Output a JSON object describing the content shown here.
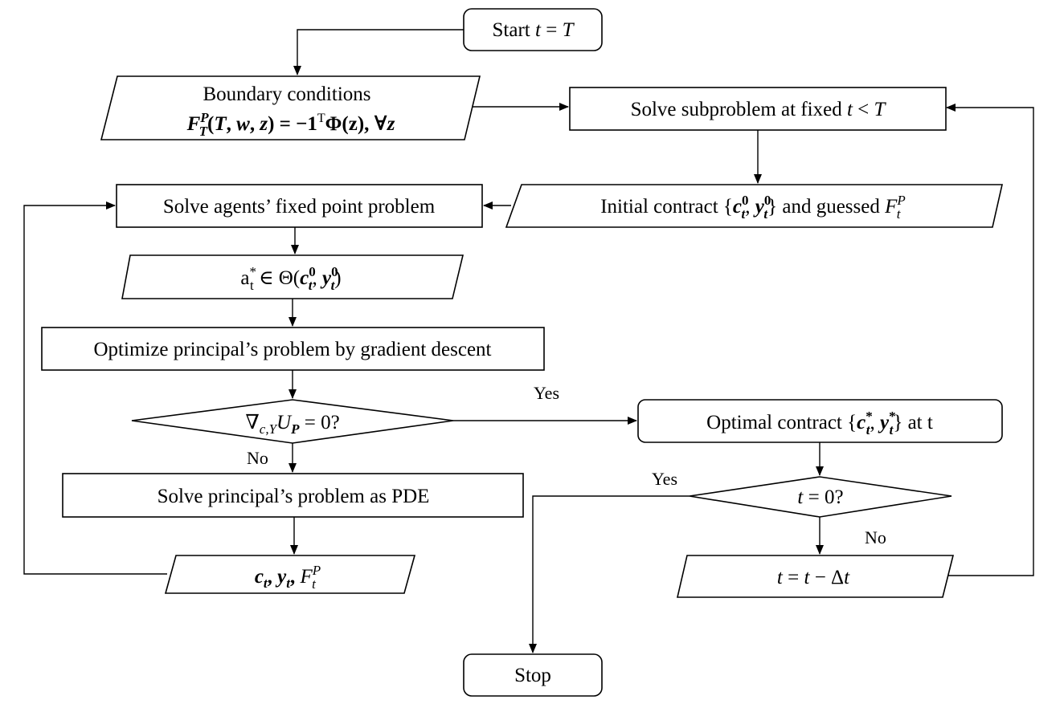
{
  "nodes": {
    "start": {
      "label": "Start",
      "math": "t = T"
    },
    "boundary": {
      "line1": "Boundary conditions",
      "math": "F_T^P(T, w, z) = −1ᵀΦ(z), ∀z"
    },
    "subproblem": {
      "label": "Solve subproblem at fixed",
      "math": "t < T"
    },
    "initial_contract": {
      "label": "Initial contract",
      "mid": "and guessed",
      "math1": "{c_t^0, y_t^0}",
      "math2": "F_t^P"
    },
    "agents_fixed_point": {
      "label": "Solve agents’ fixed point problem"
    },
    "agent_actions": {
      "math": "a_t^* ∈ Θ(c_t^0, y_t^0)"
    },
    "optimize_gd": {
      "label": "Optimize principal’s problem by gradient descent"
    },
    "gradient_check": {
      "math": "∇_{c,Y} U_P = 0?"
    },
    "optimal_contract": {
      "label": "Optimal contract",
      "math": "{c_t^*, y_t^*}",
      "suffix": "at t"
    },
    "solve_pde": {
      "label": "Solve principal’s problem as PDE"
    },
    "t_zero_check": {
      "math": "t = 0?"
    },
    "pde_output": {
      "math": "c_t, y_t, F_t^P"
    },
    "time_step": {
      "math": "t = t − Δt"
    },
    "stop": {
      "label": "Stop"
    }
  },
  "edge_labels": {
    "grad_yes": "Yes",
    "grad_no": "No",
    "tzero_yes": "Yes",
    "tzero_no": "No"
  },
  "colors": {
    "stroke": "#000000",
    "fill": "#ffffff"
  }
}
